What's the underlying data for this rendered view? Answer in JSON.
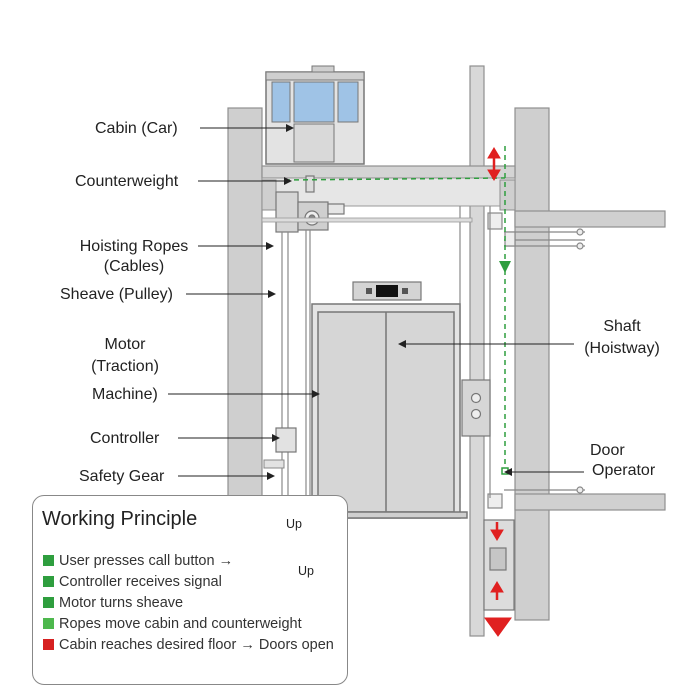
{
  "labels": {
    "cabin": "Cabin (Car)",
    "counterweight": "Counterweight",
    "hoisting_ropes": "Hoisting Ropes",
    "hoisting_ropes_sub": "(Cables)",
    "sheave": "Sheave (Pulley)",
    "motor": "Motor",
    "motor_sub": "(Traction)",
    "machine": "Machine)",
    "controller": "Controller",
    "safety_gear": "Safety Gear",
    "shaft": "Shaft",
    "shaft_sub": "(Hoistway)",
    "door": "Door",
    "door_sub": "Operator"
  },
  "working_principle": {
    "title": "Working Principle",
    "up_label": "Up",
    "up_panel_label": "Up",
    "steps": [
      {
        "text": "User presses call button →",
        "color": "#2e9e3e"
      },
      {
        "text": "Controller receives signal",
        "color": "#2e9e3e"
      },
      {
        "text": "Motor turns sheave",
        "color": "#2e9e3e"
      },
      {
        "text": "Ropes move cabin and counterweight",
        "color": "#2e9e3e"
      },
      {
        "text": "Cabin reaches desired floor → Doors open",
        "color": "#d62020"
      }
    ]
  },
  "colors": {
    "structure": "#c8c8c8",
    "structure_dark": "#9a9a9a",
    "glass": "#9fc3e6",
    "path_green": "#2e9e3e",
    "arrow_red": "#e02020"
  }
}
